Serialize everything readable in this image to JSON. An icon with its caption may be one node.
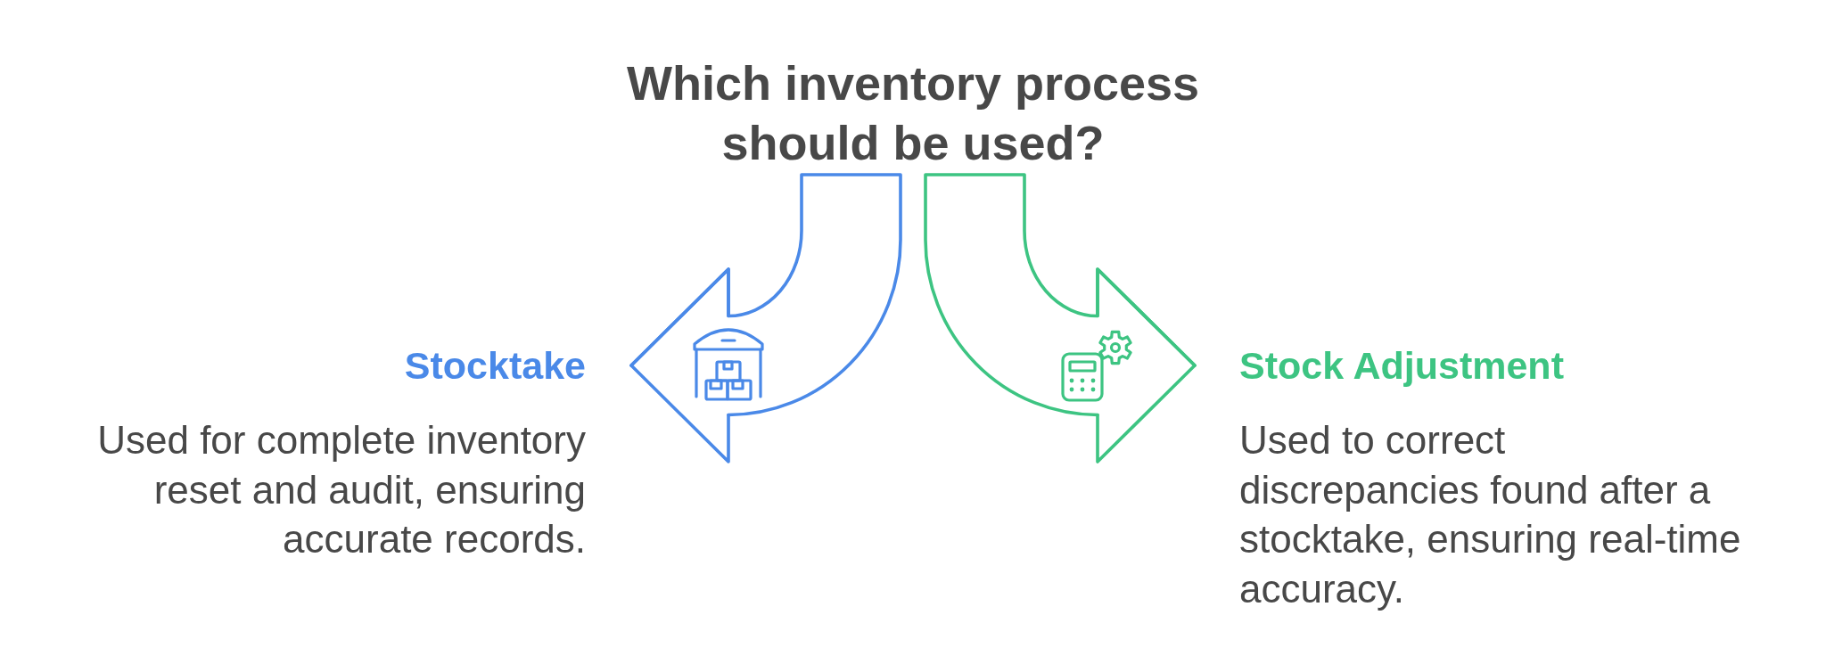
{
  "diagram": {
    "nodes": [
      {
        "text": [
          "Which inventory process should be used?"
        ]
      },
      {
        "text": [
          "Stocktake",
          "Used for complete inventory reset and audit, ensuring accurate records."
        ]
      },
      {
        "text": [
          "Stock Adjustment",
          "Used to correct discrepancies found after a stocktake, ensuring real-time accuracy."
        ]
      }
    ],
    "edges": [
      {
        "from": 0,
        "to": 1,
        "arrow": "to",
        "color": "#4a89e8"
      },
      {
        "from": 0,
        "to": 2,
        "arrow": "to",
        "color": "#3dc482"
      }
    ]
  }
}
